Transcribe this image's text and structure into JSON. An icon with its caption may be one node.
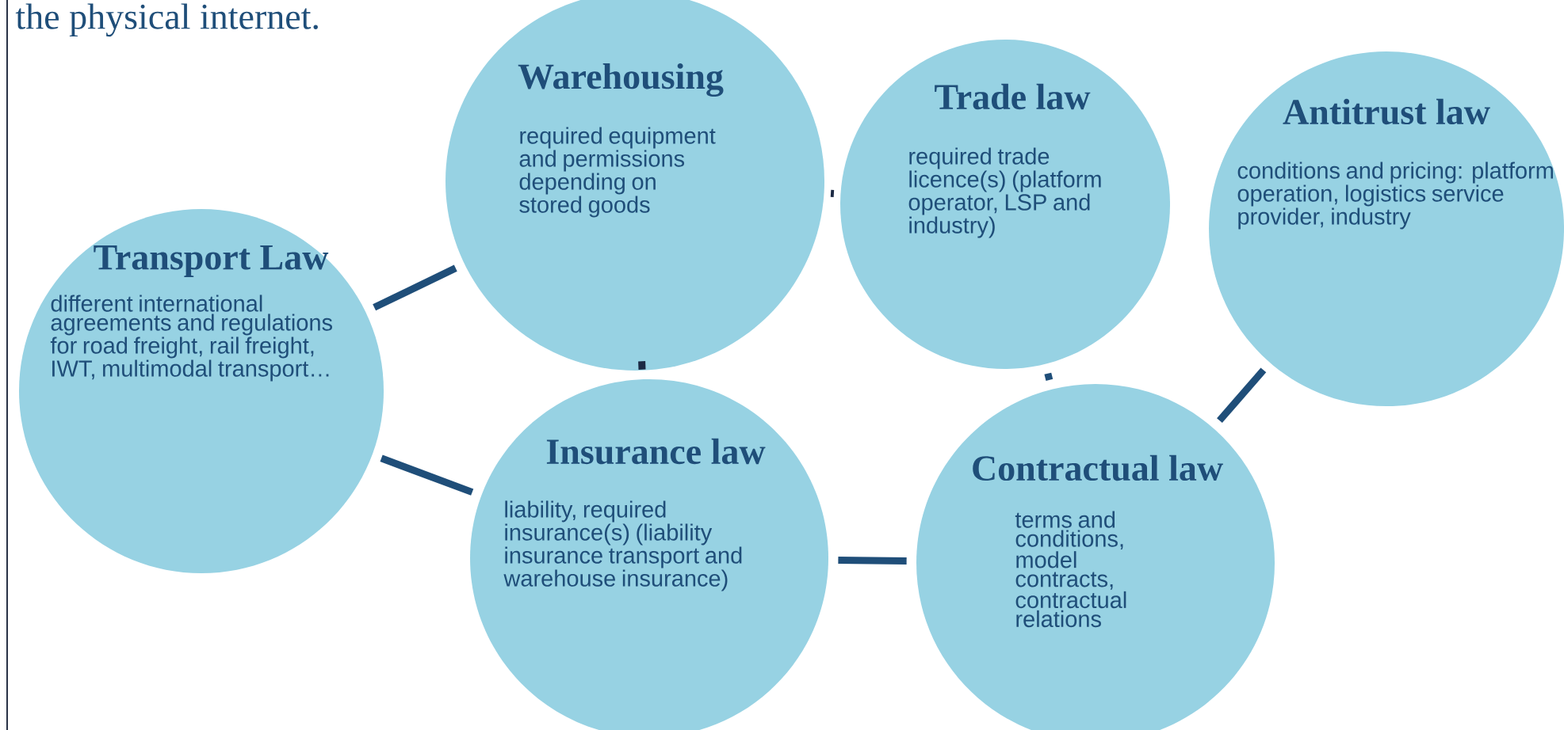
{
  "diagram": {
    "nodes": [
      {
        "text": [
          "Transport Law",
          "different international agreements and regulations for road freight, rail freight, IWT, multimodal transport…"
        ]
      },
      {
        "text": [
          "Warehousing",
          "required equipment and permissions depending on stored goods"
        ]
      },
      {
        "text": [
          "Trade law",
          "required trade licence(s) (platform operator, LSP and industry)"
        ]
      },
      {
        "text": [
          "Antitrust law",
          "conditions and pricing: platform operation, logistics service provider, industry"
        ]
      },
      {
        "text": [
          "Insurance law",
          "liability, required insurance(s) (liability insurance transport and warehouse insurance)"
        ]
      },
      {
        "text": [
          "Contractual law",
          "terms and conditions, model contracts, contractual relations"
        ]
      }
    ],
    "edges": [
      {
        "from": 0,
        "to": 1,
        "arrow": "none"
      },
      {
        "from": 0,
        "to": 4,
        "arrow": "none"
      },
      {
        "from": 1,
        "to": 2,
        "arrow": "none",
        "color": "#1c2a44"
      },
      {
        "from": 1,
        "to": 4,
        "arrow": "none",
        "color": "#1c2a44"
      },
      {
        "from": 2,
        "to": 5,
        "arrow": "none"
      },
      {
        "from": 4,
        "to": 5,
        "arrow": "none"
      },
      {
        "from": 5,
        "to": 3,
        "arrow": "none"
      }
    ],
    "labels": [
      "the physical internet."
    ]
  }
}
